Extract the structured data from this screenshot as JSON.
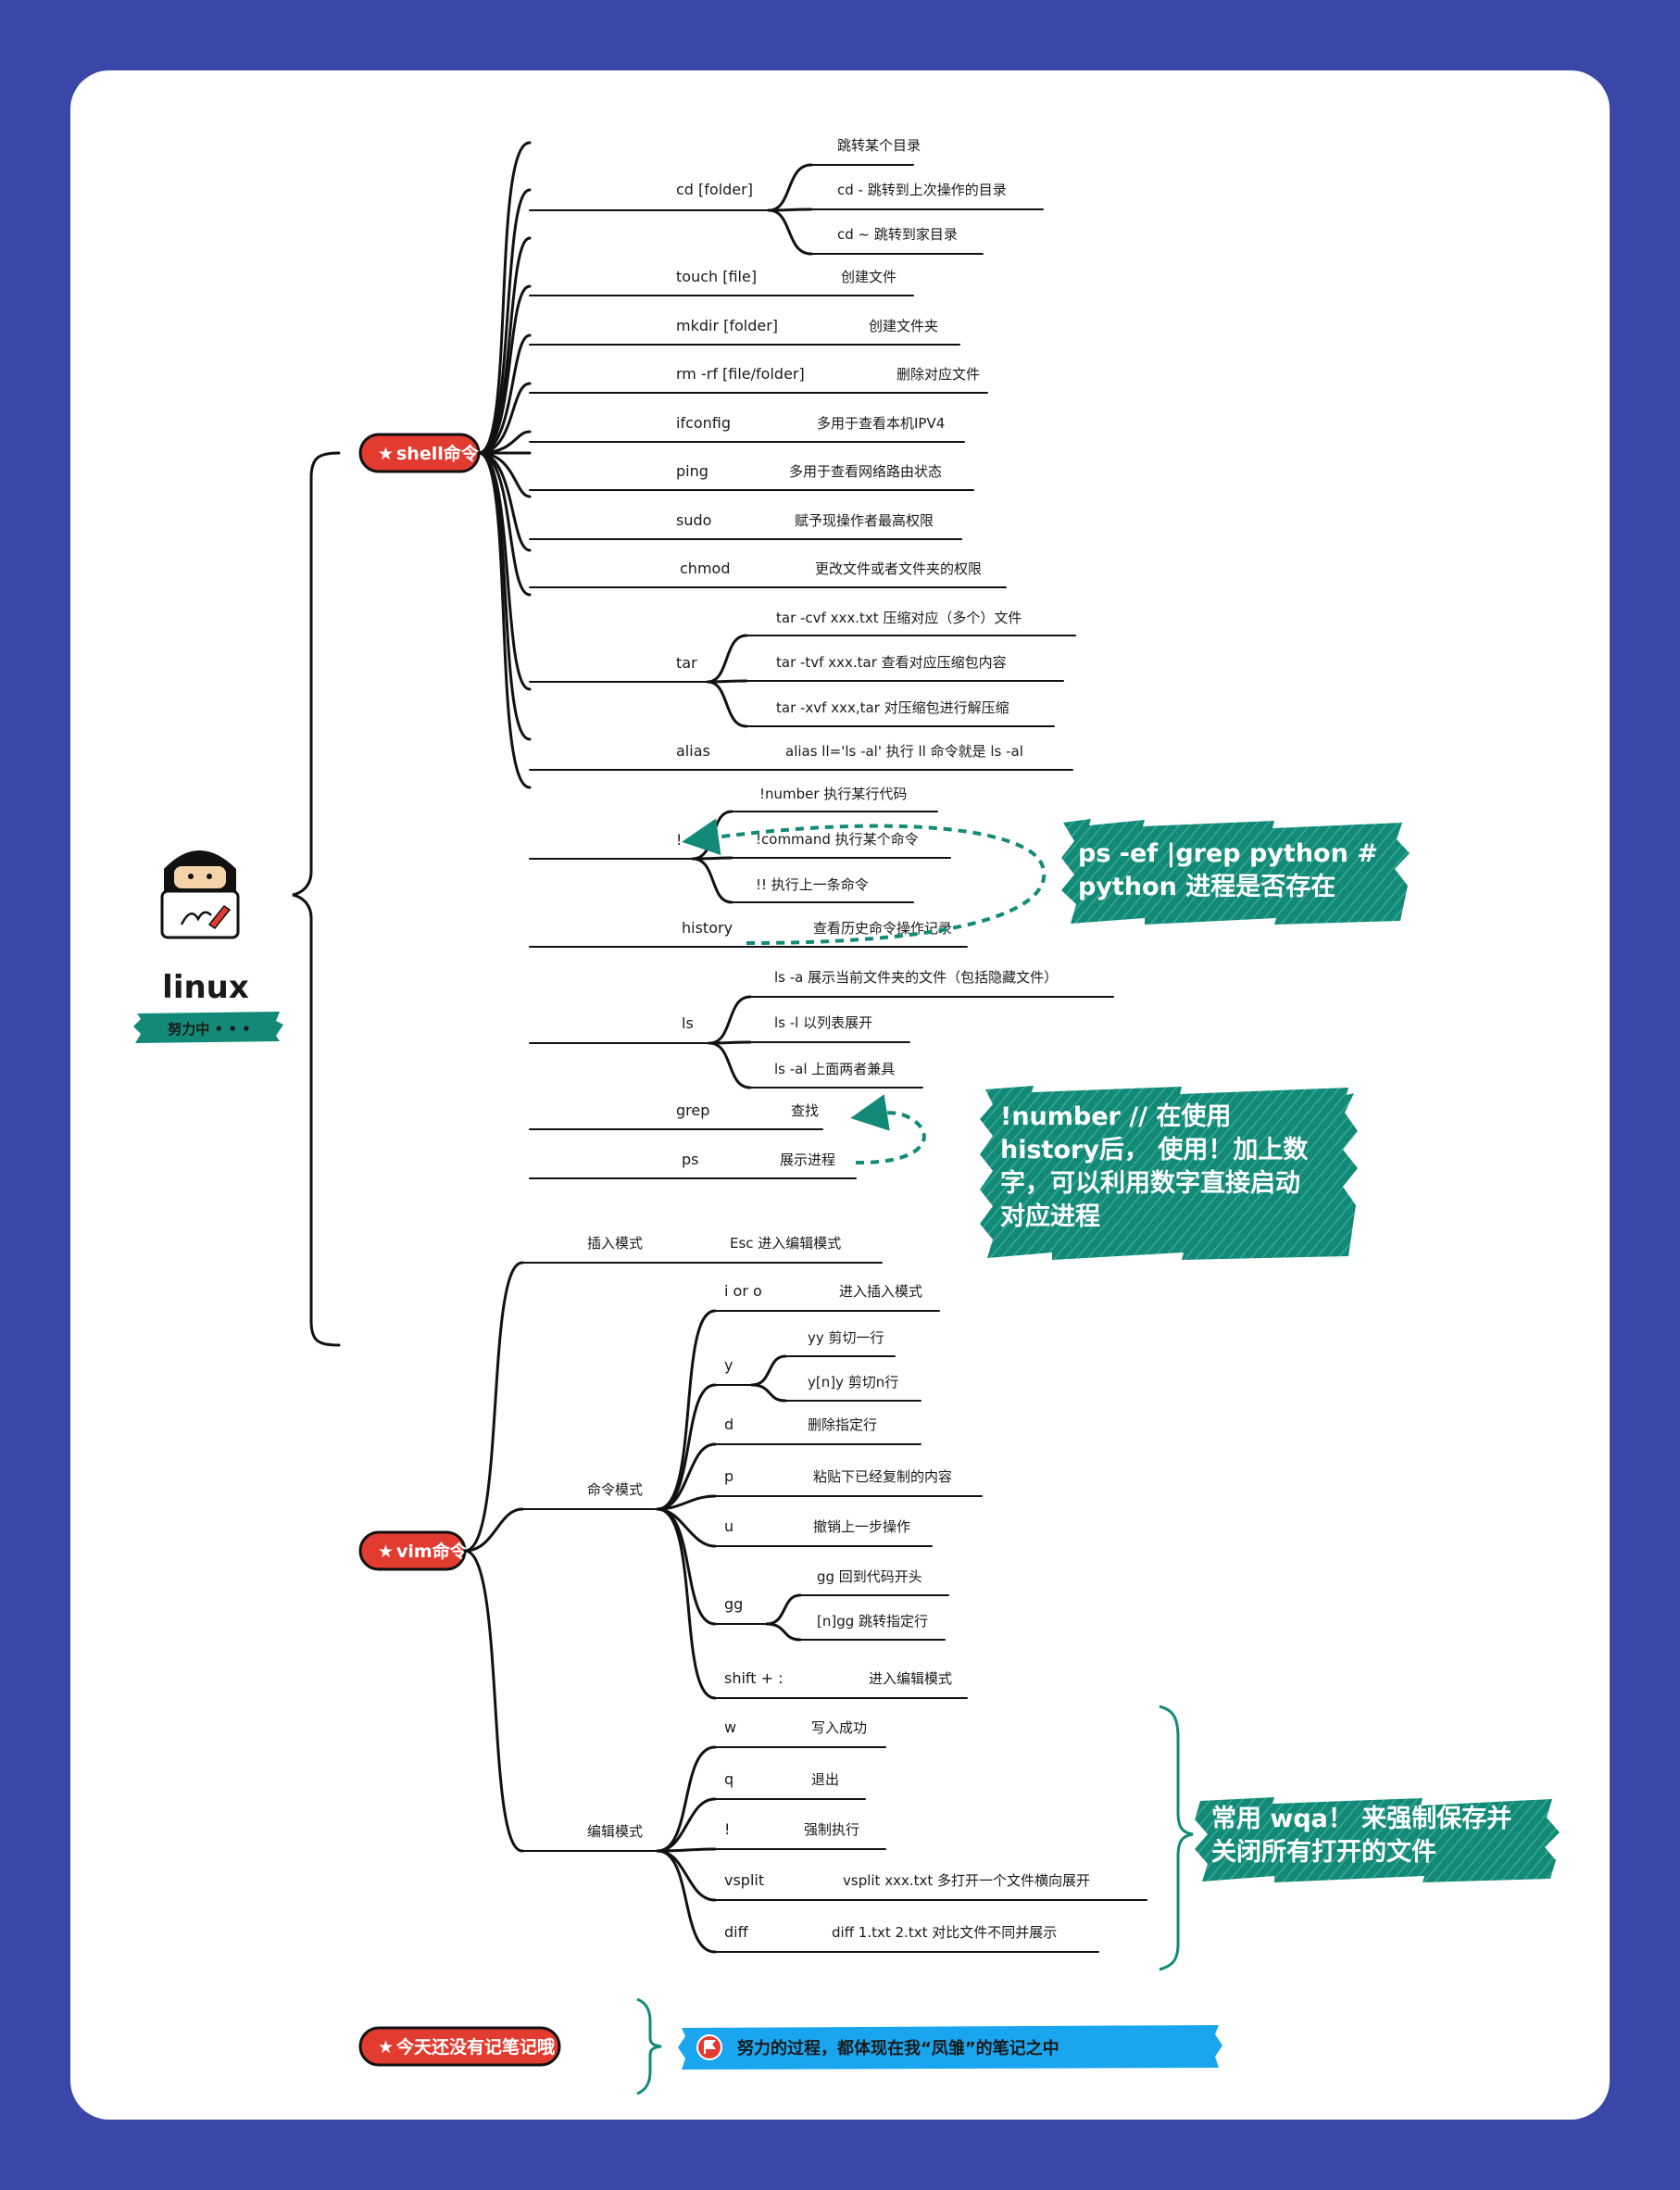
{
  "root": {
    "title": "linux",
    "badge": "努力中 • • •"
  },
  "colors": {
    "accent_red": "#e23b30",
    "note_teal": "#128a77",
    "banner_blue": "#1aa5ef",
    "title_blue": "#2d3fa0",
    "background": "#3a47a8"
  },
  "branches": {
    "shell": {
      "title": "shell命令",
      "items": [
        {
          "label": "cd  [folder]",
          "children": [
            "跳转某个目录",
            "cd - 跳转到上次操作的目录",
            "cd ~ 跳转到家目录"
          ]
        },
        {
          "label": "touch [file]",
          "desc": "创建文件"
        },
        {
          "label": "mkdir  [folder]",
          "desc": "创建文件夹"
        },
        {
          "label": "rm -rf [file/folder]",
          "desc": "删除对应文件"
        },
        {
          "label": "ifconfig",
          "desc": "多用于查看本机IPV4"
        },
        {
          "label": "ping",
          "desc": "多用于查看网络路由状态"
        },
        {
          "label": "sudo",
          "desc": "赋予现操作者最高权限"
        },
        {
          "label": "chmod",
          "desc": "更改文件或者文件夹的权限"
        },
        {
          "label": "tar",
          "children": [
            "tar -cvf xxx.txt 压缩对应（多个）文件",
            "tar -tvf xxx.tar 查看对应压缩包内容",
            "tar -xvf xxx,tar 对压缩包进行解压缩"
          ]
        },
        {
          "label": "alias",
          "desc": "alias ll='ls -al'  执行 ll 命令就是 ls -al"
        },
        {
          "label": "!",
          "children": [
            "!number 执行某行代码",
            "!command 执行某个命令",
            "!! 执行上一条命令"
          ]
        },
        {
          "label": "history",
          "desc": "查看历史命令操作记录"
        },
        {
          "label": "ls",
          "children": [
            "ls -a  展示当前文件夹的文件（包括隐藏文件）",
            "ls -l 以列表展开",
            "ls -al 上面两者兼具"
          ]
        },
        {
          "label": "grep",
          "desc": "查找"
        },
        {
          "label": "ps",
          "desc": "展示进程"
        }
      ]
    },
    "vim": {
      "title": "vim命令",
      "modes": [
        {
          "label": "插入模式",
          "desc": "Esc 进入编辑模式"
        },
        {
          "label": "命令模式",
          "items": [
            {
              "label": "i or o",
              "desc": "进入插入模式"
            },
            {
              "label": "y",
              "children": [
                "yy 剪切一行",
                "y[n]y 剪切n行"
              ]
            },
            {
              "label": "d",
              "desc": "删除指定行"
            },
            {
              "label": "p",
              "desc": "粘贴下已经复制的内容"
            },
            {
              "label": "u",
              "desc": "撤销上一步操作"
            },
            {
              "label": "gg",
              "children": [
                "gg 回到代码开头",
                "[n]gg 跳转指定行"
              ]
            },
            {
              "label": "shift + :",
              "desc": "进入编辑模式"
            }
          ]
        },
        {
          "label": "编辑模式",
          "items": [
            {
              "label": "w",
              "desc": "写入成功"
            },
            {
              "label": "q",
              "desc": "退出"
            },
            {
              "label": "!",
              "desc": "强制执行"
            },
            {
              "label": "vsplit",
              "desc": "vsplit xxx.txt  多打开一个文件横向展开"
            },
            {
              "label": "diff",
              "desc": "diff 1.txt 2.txt 对比文件不同并展示"
            }
          ]
        }
      ]
    },
    "note": {
      "title": "今天还没有记笔记哦",
      "banner": "努力的过程，都体现在我“凤雏”的笔记之中"
    }
  },
  "notes": {
    "ps_note": [
      "ps -ef |grep python #",
      "python 进程是否存在"
    ],
    "history_note": [
      "!number  // 在使用",
      "history后， 使用！加上数",
      "字，可以利用数字直接启动",
      "对应进程"
    ],
    "wq_note": [
      "常用 wqa！ 来强制保存并",
      "关闭所有打开的文件"
    ]
  }
}
